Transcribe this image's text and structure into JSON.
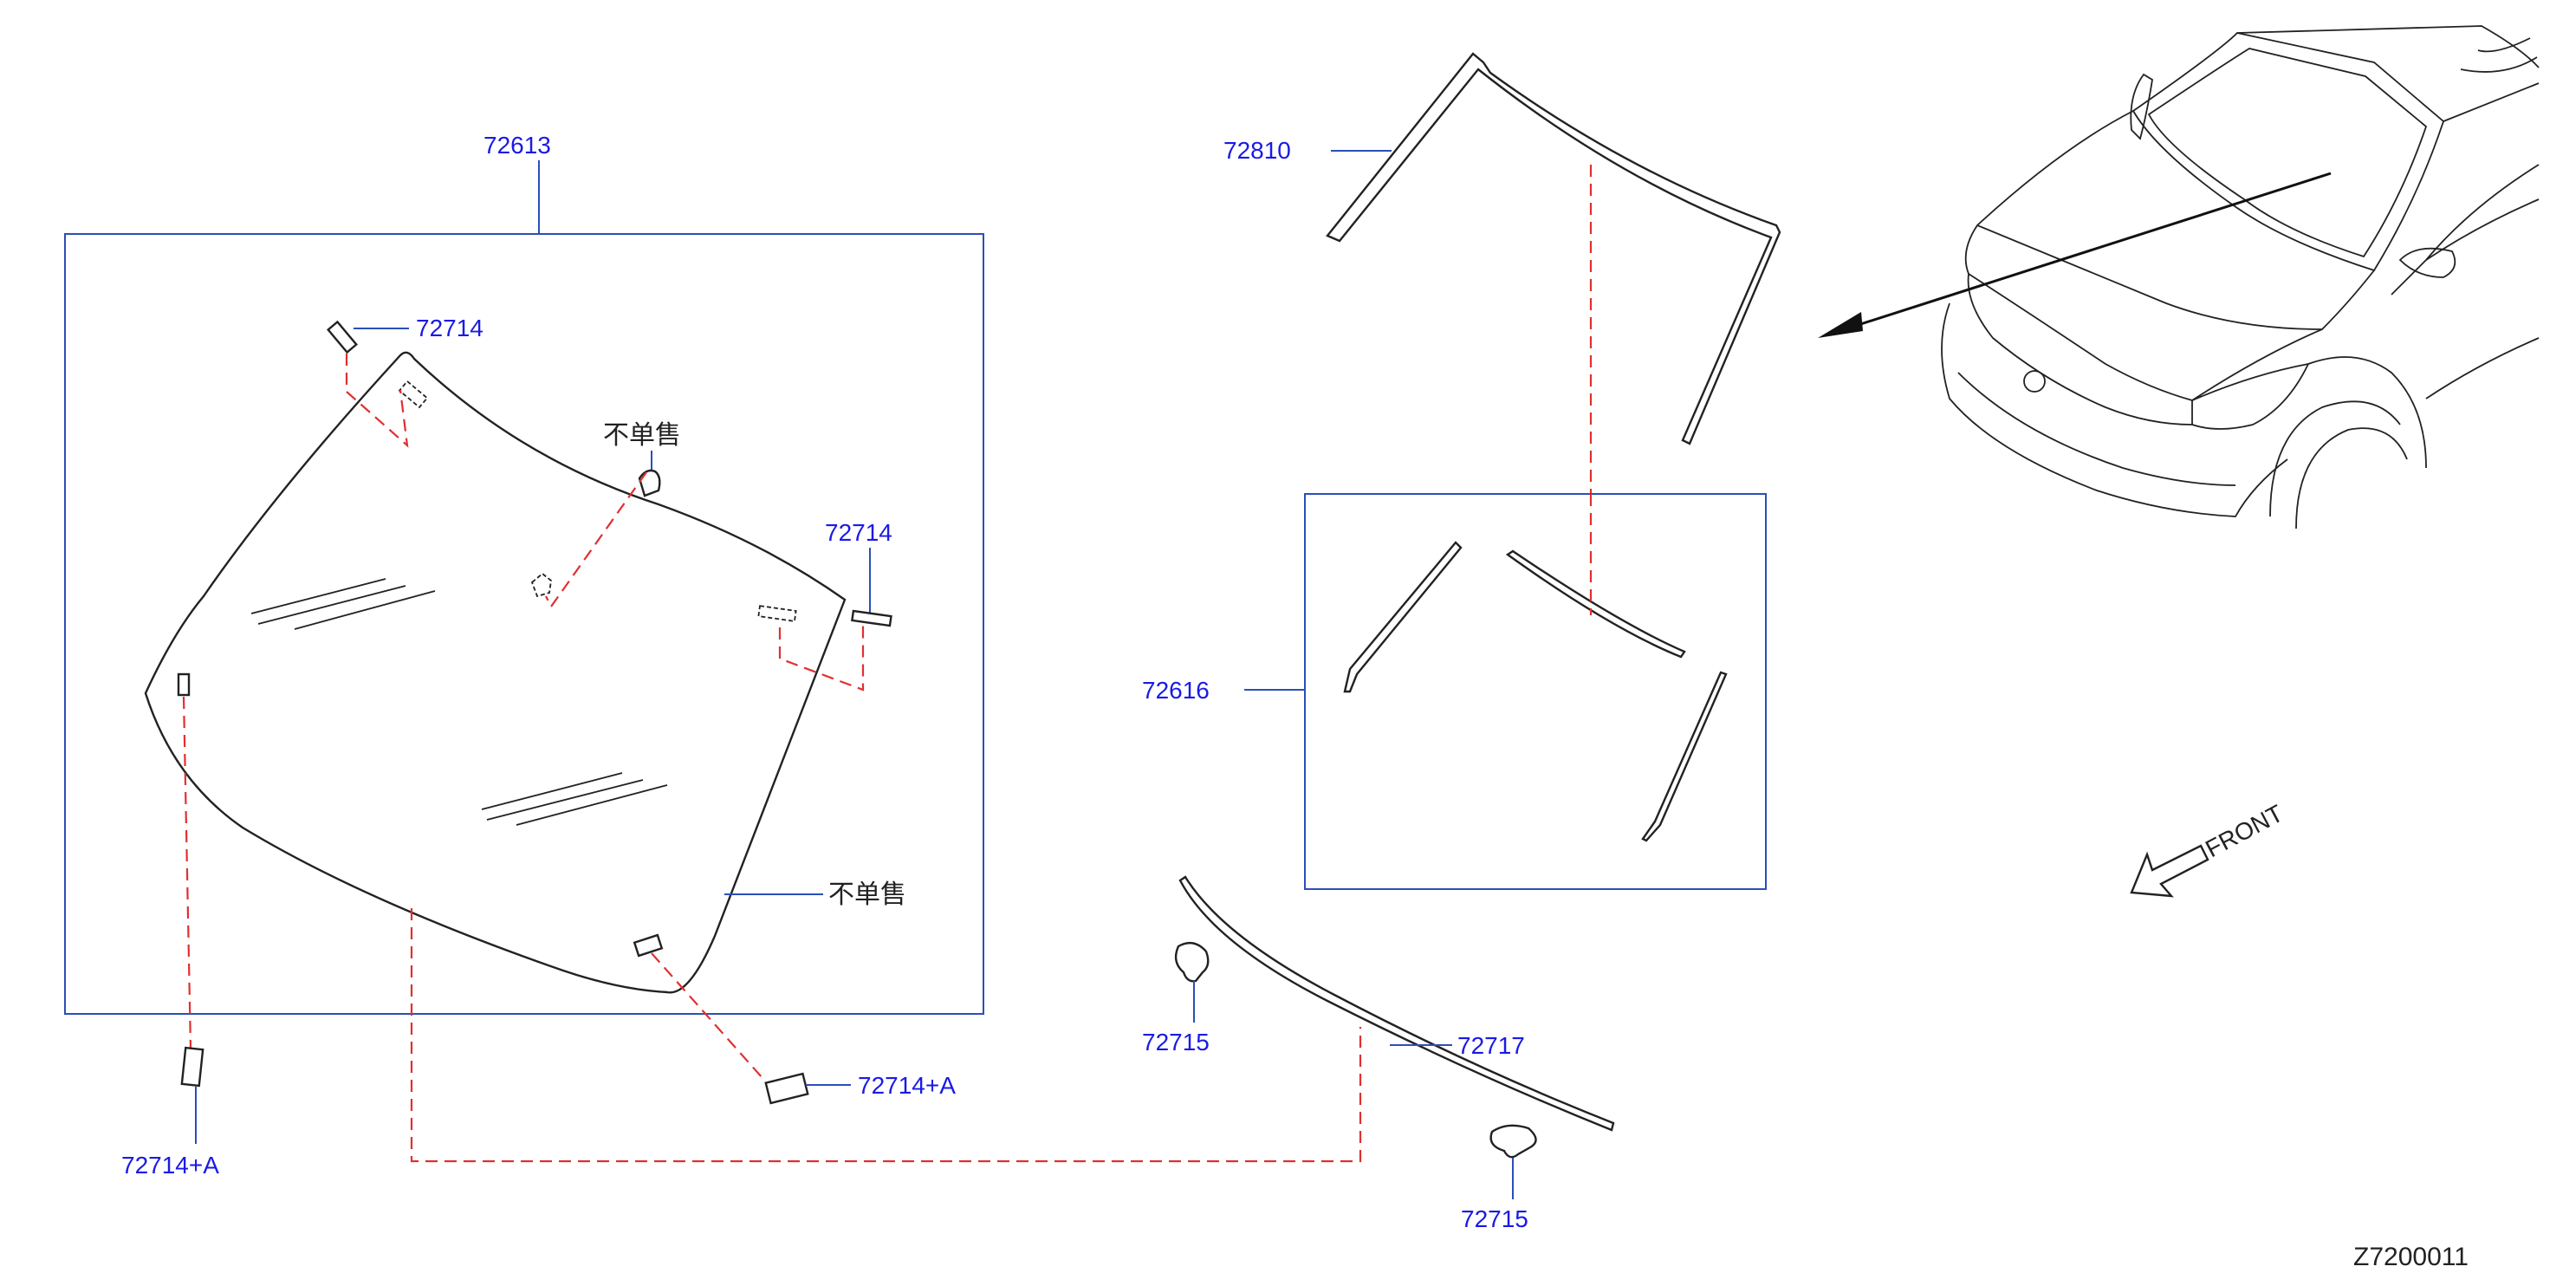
{
  "callouts": {
    "windshield_assembly": "72613",
    "clip_upper_left": "72714",
    "clip_right": "72714",
    "not_sold_top": "不单售",
    "not_sold_right": "不单售",
    "clip_bottom_left": "72714+A",
    "clip_bottom_right": "72714+A",
    "upper_molding": "72810",
    "side_molding_set": "72616",
    "stopper_left": "72715",
    "lower_seal": "72717",
    "stopper_right": "72715"
  },
  "front_label": "FRONT",
  "diagram_id": "Z7200011",
  "colors": {
    "callout_text": "#1a1ae6",
    "leader_line": "#2b4fb8",
    "dashed_guide": "#e03030",
    "part_outline": "#222222"
  }
}
